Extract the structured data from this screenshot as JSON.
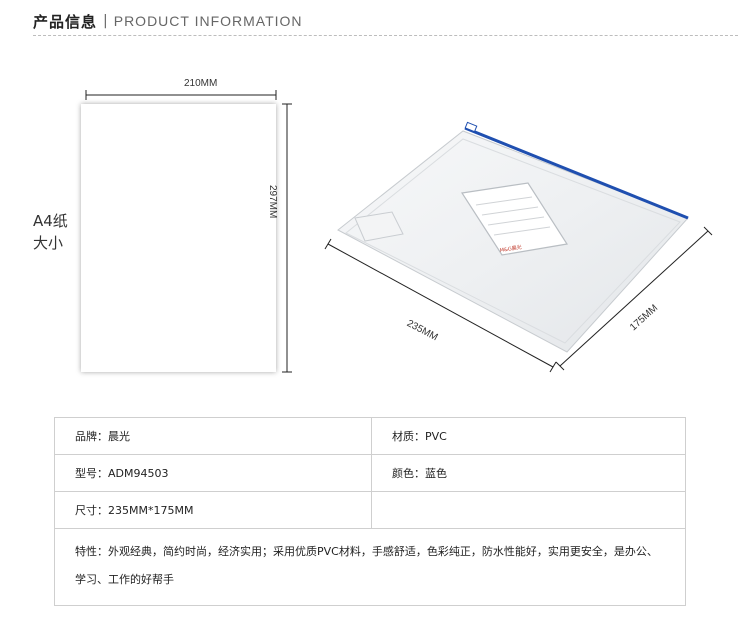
{
  "header": {
    "title_cn": "产品信息",
    "separator": "|",
    "title_en": "PRODUCT INFORMATION"
  },
  "diagram": {
    "a4_label_line1": "A4纸",
    "a4_label_line2": "大小",
    "paper_width": "210MM",
    "paper_height": "297MM",
    "bag_length": "235MM",
    "bag_width": "175MM",
    "bag_brand_mark": "M&G晨光",
    "zipper_color": "#1f4fb0"
  },
  "specs": {
    "brand": "品牌：晨光",
    "material": "材质：PVC",
    "model": "型号：ADM94503",
    "color": "颜色：蓝色",
    "size": "尺寸：235MM*175MM",
    "feature_line1": "特性：外观经典，简约时尚，经济实用；采用优质PVC材料，手感舒适，色彩纯正，防水性能好，实用更安全，是办公、",
    "feature_line2": "学习、工作的好帮手"
  }
}
